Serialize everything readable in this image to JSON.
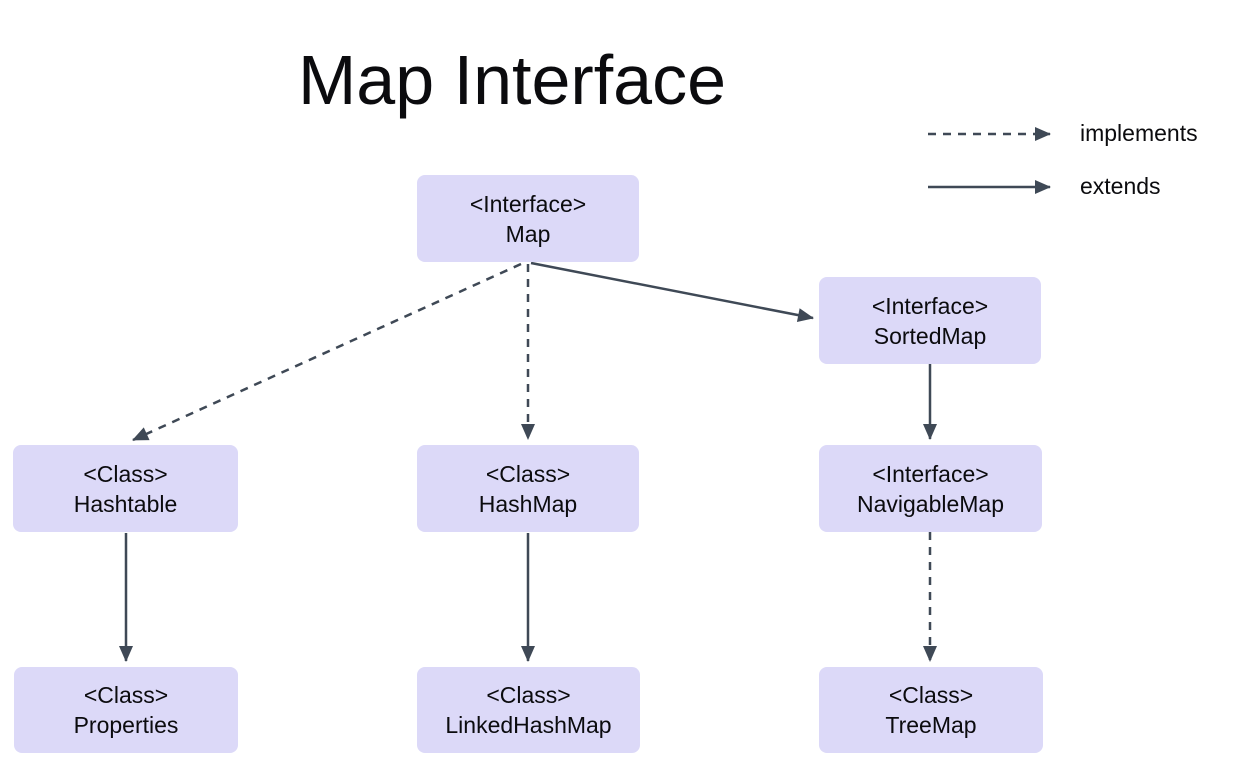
{
  "title": "Map Interface",
  "colors": {
    "background": "#ffffff",
    "box_fill": "#dcd9f8",
    "line": "#3f4956",
    "text": "#0b0b0e"
  },
  "legend": {
    "items": [
      {
        "style": "dashed",
        "label": "implements"
      },
      {
        "style": "solid",
        "label": "extends"
      }
    ]
  },
  "nodes": [
    {
      "id": "map",
      "stereotype": "<Interface>",
      "name": "Map"
    },
    {
      "id": "sortedmap",
      "stereotype": "<Interface>",
      "name": "SortedMap"
    },
    {
      "id": "hashtable",
      "stereotype": "<Class>",
      "name": "Hashtable"
    },
    {
      "id": "hashmap",
      "stereotype": "<Class>",
      "name": "HashMap"
    },
    {
      "id": "navigablemap",
      "stereotype": "<Interface>",
      "name": "NavigableMap"
    },
    {
      "id": "properties",
      "stereotype": "<Class>",
      "name": "Properties"
    },
    {
      "id": "linkedhashmap",
      "stereotype": "<Class>",
      "name": "LinkedHashMap"
    },
    {
      "id": "treemap",
      "stereotype": "<Class>",
      "name": "TreeMap"
    }
  ],
  "edges": [
    {
      "from": "Map",
      "to": "Hashtable",
      "relation": "implements",
      "style": "dashed"
    },
    {
      "from": "Map",
      "to": "HashMap",
      "relation": "implements",
      "style": "dashed"
    },
    {
      "from": "Map",
      "to": "SortedMap",
      "relation": "extends",
      "style": "solid"
    },
    {
      "from": "SortedMap",
      "to": "NavigableMap",
      "relation": "extends",
      "style": "solid"
    },
    {
      "from": "NavigableMap",
      "to": "TreeMap",
      "relation": "implements",
      "style": "dashed"
    },
    {
      "from": "Hashtable",
      "to": "Properties",
      "relation": "extends",
      "style": "solid"
    },
    {
      "from": "HashMap",
      "to": "LinkedHashMap",
      "relation": "extends",
      "style": "solid"
    }
  ]
}
